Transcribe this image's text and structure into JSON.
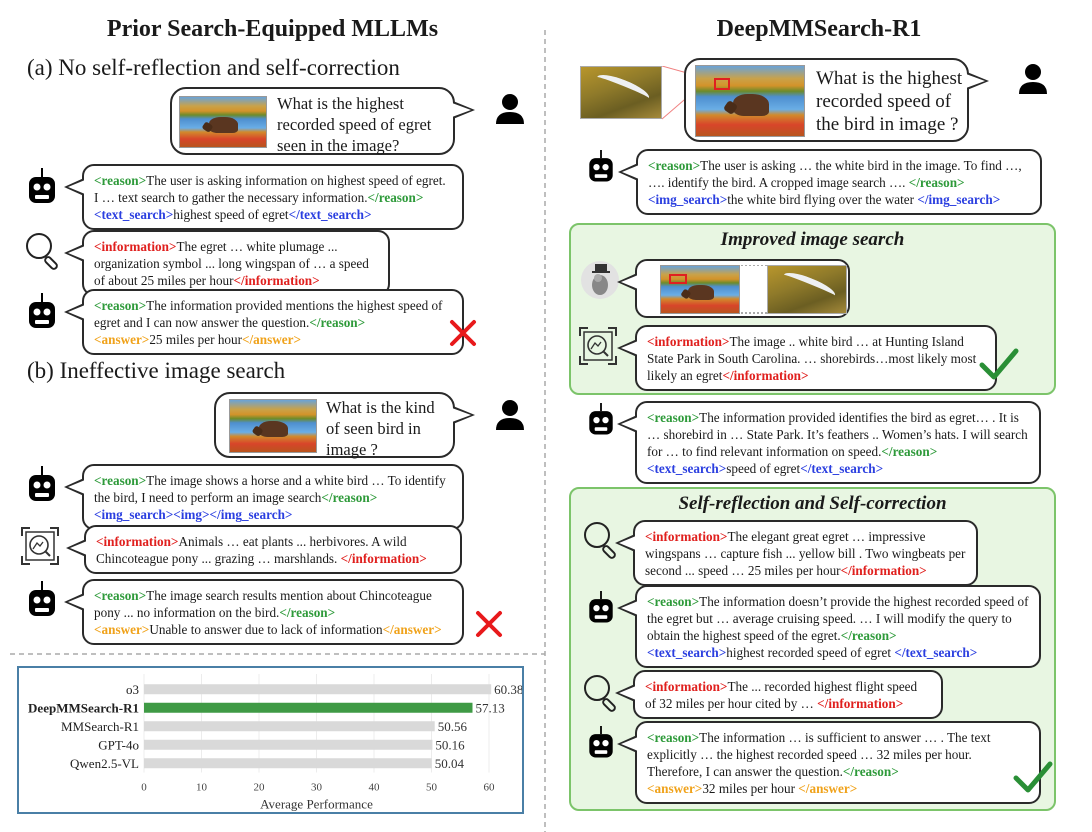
{
  "left": {
    "title": "Prior Search-Equipped MLLMs",
    "section_a": {
      "title": "(a) No self-reflection and self-correction",
      "question": "What is the highest recorded speed of egret seen in the image?",
      "turns": [
        {
          "role": "model",
          "parts": [
            {
              "tag": "<reason>",
              "cls": "reason"
            },
            {
              "text": "The user is asking information on highest speed of egret. I … text search to gather the necessary information."
            },
            {
              "tag": "</reason>",
              "cls": "reason"
            },
            {
              "br": true
            },
            {
              "tag": "<text_search>",
              "cls": "text"
            },
            {
              "text": "highest speed of egret"
            },
            {
              "tag": "</text_search>",
              "cls": "text"
            }
          ]
        },
        {
          "role": "search",
          "parts": [
            {
              "tag": "<information>",
              "cls": "info"
            },
            {
              "text": "The egret … white plumage ... organization symbol ... long wingspan of … a speed of about 25 miles per hour"
            },
            {
              "tag": "</information>",
              "cls": "info"
            }
          ]
        },
        {
          "role": "model",
          "parts": [
            {
              "tag": "<reason>",
              "cls": "reason"
            },
            {
              "text": "The information provided mentions the highest speed of egret and I can now answer the question."
            },
            {
              "tag": "</reason>",
              "cls": "reason"
            },
            {
              "br": true
            },
            {
              "tag": "<answer>",
              "cls": "ans"
            },
            {
              "text": "25 miles per hour"
            },
            {
              "tag": "</answer>",
              "cls": "ans"
            }
          ]
        }
      ],
      "result": "wrong"
    },
    "section_b": {
      "title": "(b) Ineffective image search",
      "question": "What is the kind of seen bird in image ?",
      "turns": [
        {
          "role": "model",
          "parts": [
            {
              "tag": "<reason>",
              "cls": "reason"
            },
            {
              "text": "The image shows a horse and a white bird … To identify the bird, I need to perform an image search"
            },
            {
              "tag": "</reason>",
              "cls": "reason"
            },
            {
              "br": true
            },
            {
              "tag": "<img_search><img></img_search>",
              "cls": "text"
            }
          ]
        },
        {
          "role": "image-search",
          "parts": [
            {
              "tag": "<information>",
              "cls": "info"
            },
            {
              "text": "Animals … eat plants ... herbivores. A wild Chincoteague pony ... grazing … marshlands. "
            },
            {
              "tag": "</information>",
              "cls": "info"
            }
          ]
        },
        {
          "role": "model",
          "parts": [
            {
              "tag": "<reason>",
              "cls": "reason"
            },
            {
              "text": "The image search results mention about Chincoteague pony ... no information on the bird."
            },
            {
              "tag": "</reason>",
              "cls": "reason"
            },
            {
              "br": true
            },
            {
              "tag": "<answer>",
              "cls": "ans"
            },
            {
              "text": "Unable to answer due to lack of information"
            },
            {
              "tag": "</answer>",
              "cls": "ans"
            }
          ]
        }
      ],
      "result": "wrong"
    }
  },
  "right": {
    "title": "DeepMMSearch-R1",
    "question": "What is the highest recorded speed of the bird in image ?",
    "first_turn": [
      {
        "tag": "<reason>",
        "cls": "reason"
      },
      {
        "text": "The user is asking … the white bird in the image. To find …, …. identify the bird. A cropped image search …. "
      },
      {
        "tag": "</reason>",
        "cls": "reason"
      },
      {
        "br": true
      },
      {
        "tag": "<img_search>",
        "cls": "text"
      },
      {
        "text": "the white bird flying over the water "
      },
      {
        "tag": "</img_search>",
        "cls": "text"
      }
    ],
    "improved": {
      "title": "Improved image search",
      "info": [
        {
          "tag": "<information>",
          "cls": "info"
        },
        {
          "text": "The image .. white bird … at Hunting Island State Park in South Carolina. … shorebirds…most likely most likely an egret"
        },
        {
          "tag": "</information>",
          "cls": "info"
        }
      ],
      "result": "correct"
    },
    "middle_turn": [
      {
        "tag": "<reason>",
        "cls": "reason"
      },
      {
        "text": "The information provided identifies the bird as egret… . It is … shorebird in … State Park. It’s feathers .. Women’s hats. I will search for … to find relevant information on speed."
      },
      {
        "tag": "</reason>",
        "cls": "reason"
      },
      {
        "br": true
      },
      {
        "tag": "<text_search>",
        "cls": "text"
      },
      {
        "text": "speed of egret"
      },
      {
        "tag": "</text_search>",
        "cls": "text"
      }
    ],
    "reflection": {
      "title": "Self-reflection and Self-correction",
      "turns": [
        [
          {
            "tag": "<information>",
            "cls": "info"
          },
          {
            "text": "The elegant great egret … impressive wingspans … capture fish ... yellow bill . Two wingbeats per second ... speed … 25 miles per hour"
          },
          {
            "tag": "</information>",
            "cls": "info"
          }
        ],
        [
          {
            "tag": "<reason>",
            "cls": "reason"
          },
          {
            "text": "The information doesn’t provide the highest recorded speed of the egret but … average cruising speed. … I will modify the query to obtain the highest speed of the egret."
          },
          {
            "tag": "</reason>",
            "cls": "reason"
          },
          {
            "br": true
          },
          {
            "tag": "<text_search>",
            "cls": "text"
          },
          {
            "text": "highest recorded speed of egret "
          },
          {
            "tag": "</text_search>",
            "cls": "text"
          }
        ],
        [
          {
            "tag": "<information>",
            "cls": "info"
          },
          {
            "text": "The ... recorded highest flight speed of 32 miles per hour cited by … "
          },
          {
            "tag": "</information>",
            "cls": "info"
          }
        ],
        [
          {
            "tag": "<reason>",
            "cls": "reason"
          },
          {
            "text": "The information … is sufficient to answer … . The text explicitly … the highest recorded speed …  32 miles per hour. Therefore, I can answer the question."
          },
          {
            "tag": "</reason>",
            "cls": "reason"
          },
          {
            "br": true
          },
          {
            "tag": "<answer>",
            "cls": "ans"
          },
          {
            "text": "32 miles per hour "
          },
          {
            "tag": "</answer>",
            "cls": "ans"
          }
        ]
      ],
      "result": "correct"
    }
  },
  "colors": {
    "reason": "#2e9a3a",
    "search_tag": "#2b3fe0",
    "information": "#e0201e",
    "answer": "#f0a21a",
    "highlight_bar": "#3f9a45",
    "other_bar": "#d9d9d9",
    "panel_fill": "#e8f6e2",
    "panel_border": "#7cc46a",
    "chart_frame": "#4a7fa6",
    "wrong_mark": "#e8191b",
    "correct_mark": "#2a8f36"
  },
  "icons": {
    "user": "user-icon",
    "model": "robot-icon",
    "text_search": "magnifier-icon",
    "image_search": "image-search-icon",
    "cropper": "cartoon-avatar-icon",
    "wrong": "red-x-icon",
    "correct": "green-check-icon"
  },
  "chart_data": {
    "type": "bar",
    "orientation": "horizontal",
    "categories": [
      "o3",
      "DeepMMSearch-R1",
      "MMSearch-R1",
      "GPT-4o",
      "Qwen2.5-VL"
    ],
    "values": [
      60.38,
      57.13,
      50.56,
      50.16,
      50.04
    ],
    "value_labels": [
      "60.38",
      "57.13",
      "50.56",
      "50.16",
      "50.04"
    ],
    "highlight": "DeepMMSearch-R1",
    "title": "",
    "xlabel": "Average Performance",
    "ylabel": "",
    "xlim": [
      0,
      60
    ],
    "xticks": [
      "0",
      "10",
      "20",
      "30",
      "40",
      "50",
      "60"
    ],
    "grid": true,
    "legend": "none"
  }
}
